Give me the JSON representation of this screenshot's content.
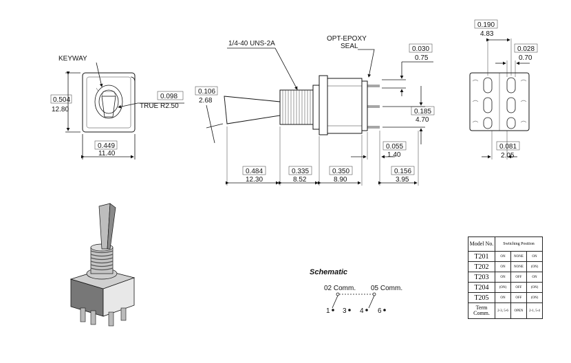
{
  "front": {
    "keyway": "KEYWAY",
    "height_in": "0.504",
    "height_mm": "12.80",
    "width_in": "0.449",
    "width_mm": "11.40",
    "radius_in": "0.098",
    "radius_label": "TRUE",
    "radius_mm": "R2.50"
  },
  "side": {
    "thread": "1/4-40 UNS-2A",
    "seal_line1": "OPT-EPOXY",
    "seal_line2": "SEAL",
    "lever_dia_in": "0.106",
    "lever_dia_mm": "2.68",
    "term_w_in": "0.030",
    "term_w_mm": "0.75",
    "term_sp_in": "0.185",
    "term_sp_mm": "4.70",
    "d1_in": "0.484",
    "d1_mm": "12.30",
    "d2_in": "0.335",
    "d2_mm": "8.52",
    "d3_in": "0.350",
    "d3_mm": "8.90",
    "d4_in": "0.156",
    "d4_mm": "3.95",
    "d5_in": "0.055",
    "d5_mm": "1.40"
  },
  "bottom": {
    "top_in": "0.190",
    "top_mm": "4.83",
    "right_in": "0.028",
    "right_mm": "0.70",
    "bot_in": "0.081",
    "bot_mm": "2.05"
  },
  "schematic": {
    "title": "Schematic",
    "comm1": "02 Comm.",
    "comm2": "05 Comm.",
    "p1": "1",
    "p3": "3",
    "p4": "4",
    "p6": "6"
  },
  "table": {
    "col_model": "Model No.",
    "col_switch": "Switching Position",
    "rows": [
      {
        "model": "T201",
        "a": "ON",
        "b": "NONE",
        "c": "ON"
      },
      {
        "model": "T202",
        "a": "ON",
        "b": "NONE",
        "c": "(ON)"
      },
      {
        "model": "T203",
        "a": "ON",
        "b": "OFF",
        "c": "ON"
      },
      {
        "model": "T204",
        "a": "(ON)",
        "b": "OFF",
        "c": "(ON)"
      },
      {
        "model": "T205",
        "a": "ON",
        "b": "OFF",
        "c": "(ON)"
      }
    ],
    "term": {
      "model": "Term Comm.",
      "a": "2-3, 5-6",
      "b": "OPEN",
      "c": "2-1, 5-4"
    }
  }
}
